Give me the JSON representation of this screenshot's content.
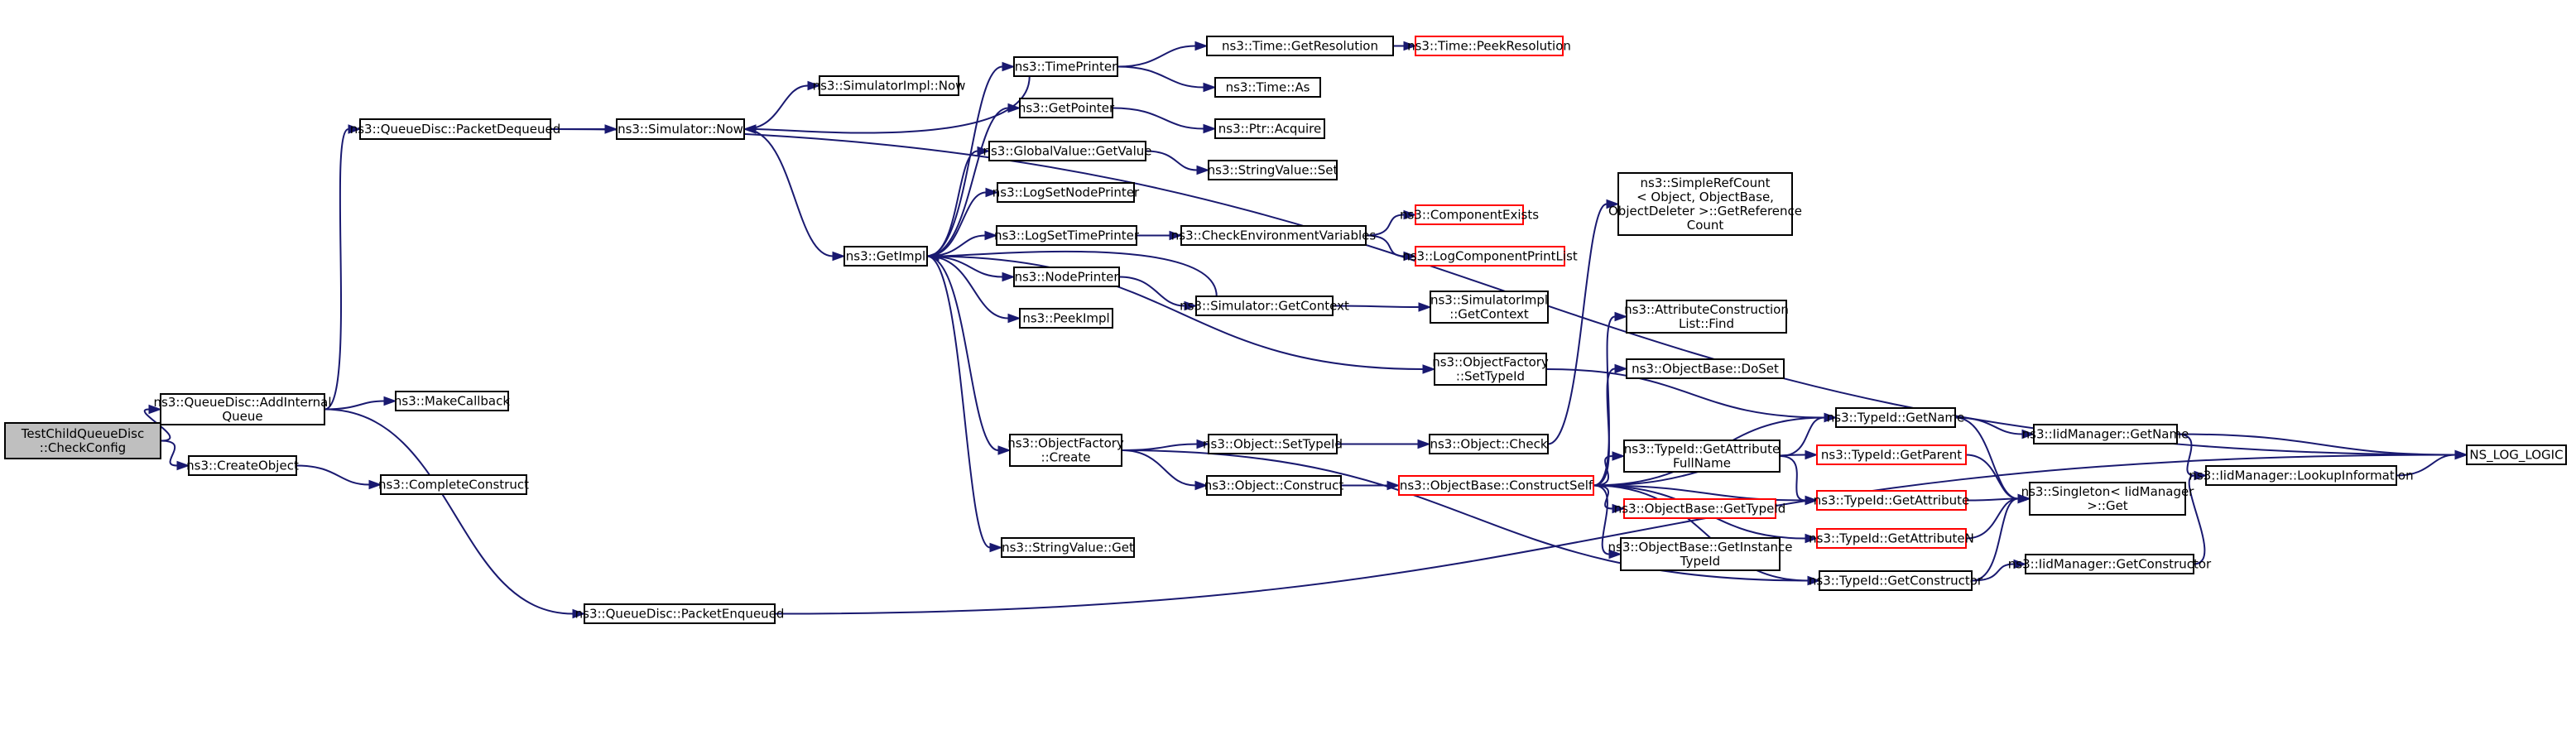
{
  "diagram": {
    "type": "call-graph",
    "colors": {
      "edge": "#191970",
      "box_border": "#000000",
      "incomplete_border": "#ff0000",
      "root_fill": "#bfbfbf",
      "background": "#ffffff"
    },
    "nodes": [
      {
        "id": "root",
        "lines": [
          "TestChildQueueDisc",
          "::CheckConfig"
        ],
        "style": "root"
      },
      {
        "id": "addq",
        "lines": [
          "ns3::QueueDisc::AddInternal",
          "Queue"
        ]
      },
      {
        "id": "makecb",
        "lines": [
          "ns3::MakeCallback"
        ]
      },
      {
        "id": "createobj",
        "lines": [
          "ns3::CreateObject"
        ]
      },
      {
        "id": "compconst",
        "lines": [
          "ns3::CompleteConstruct"
        ]
      },
      {
        "id": "pktdeq",
        "lines": [
          "ns3::QueueDisc::PacketDequeued"
        ]
      },
      {
        "id": "pktenq",
        "lines": [
          "ns3::QueueDisc::PacketEnqueued"
        ]
      },
      {
        "id": "simnow",
        "lines": [
          "ns3::Simulator::Now"
        ]
      },
      {
        "id": "simimplnow",
        "lines": [
          "ns3::SimulatorImpl::Now"
        ]
      },
      {
        "id": "getimpl",
        "lines": [
          "ns3::GetImpl"
        ]
      },
      {
        "id": "timeprinter",
        "lines": [
          "ns3::TimePrinter"
        ]
      },
      {
        "id": "getpointer",
        "lines": [
          "ns3::GetPointer"
        ]
      },
      {
        "id": "gvgetvalue",
        "lines": [
          "ns3::GlobalValue::GetValue"
        ]
      },
      {
        "id": "lognodeprinter",
        "lines": [
          "ns3::LogSetNodePrinter"
        ]
      },
      {
        "id": "logtimeprinter",
        "lines": [
          "ns3::LogSetTimePrinter"
        ]
      },
      {
        "id": "nodeprinter",
        "lines": [
          "ns3::NodePrinter"
        ]
      },
      {
        "id": "peekimpl",
        "lines": [
          "ns3::PeekImpl"
        ]
      },
      {
        "id": "ofcreate",
        "lines": [
          "ns3::ObjectFactory",
          "::Create"
        ]
      },
      {
        "id": "svget",
        "lines": [
          "ns3::StringValue::Get"
        ]
      },
      {
        "id": "timegetres",
        "lines": [
          "ns3::Time::GetResolution"
        ]
      },
      {
        "id": "timepeekres",
        "lines": [
          "ns3::Time::PeekResolution"
        ],
        "style": "red"
      },
      {
        "id": "timeas",
        "lines": [
          "ns3::Time::As"
        ]
      },
      {
        "id": "ptracquire",
        "lines": [
          "ns3::Ptr::Acquire"
        ]
      },
      {
        "id": "svset",
        "lines": [
          "ns3::StringValue::Set"
        ]
      },
      {
        "id": "checkenv",
        "lines": [
          "ns3::CheckEnvironmentVariables"
        ]
      },
      {
        "id": "compexists",
        "lines": [
          "ns3::ComponentExists"
        ],
        "style": "red"
      },
      {
        "id": "logcompprint",
        "lines": [
          "ns3::LogComponentPrintList"
        ],
        "style": "red"
      },
      {
        "id": "simgetctx",
        "lines": [
          "ns3::Simulator::GetContext"
        ]
      },
      {
        "id": "simimplgetctx",
        "lines": [
          "ns3::SimulatorImpl",
          "::GetContext"
        ]
      },
      {
        "id": "ofsettypeid",
        "lines": [
          "ns3::ObjectFactory",
          "::SetTypeId"
        ]
      },
      {
        "id": "objsettypeid",
        "lines": [
          "ns3::Object::SetTypeId"
        ]
      },
      {
        "id": "objconstruct",
        "lines": [
          "ns3::Object::Construct"
        ]
      },
      {
        "id": "objcheck",
        "lines": [
          "ns3::Object::Check"
        ]
      },
      {
        "id": "srcgetref",
        "lines": [
          "ns3::SimpleRefCount",
          "< Object, ObjectBase,",
          "ObjectDeleter >::GetReference",
          "Count"
        ]
      },
      {
        "id": "acfind",
        "lines": [
          "ns3::AttributeConstruction",
          "List::Find"
        ]
      },
      {
        "id": "obdoset",
        "lines": [
          "ns3::ObjectBase::DoSet"
        ]
      },
      {
        "id": "obconstructself",
        "lines": [
          "ns3::ObjectBase::ConstructSelf"
        ],
        "style": "red"
      },
      {
        "id": "tidgetattrfull",
        "lines": [
          "ns3::TypeId::GetAttribute",
          "FullName"
        ]
      },
      {
        "id": "obgettypeid",
        "lines": [
          "ns3::ObjectBase::GetTypeId"
        ],
        "style": "red"
      },
      {
        "id": "obgetinsttypeid",
        "lines": [
          "ns3::ObjectBase::GetInstance",
          "TypeId"
        ]
      },
      {
        "id": "tidgetname",
        "lines": [
          "ns3::TypeId::GetName"
        ]
      },
      {
        "id": "tidgetparent",
        "lines": [
          "ns3::TypeId::GetParent"
        ],
        "style": "red"
      },
      {
        "id": "tidgetattr",
        "lines": [
          "ns3::TypeId::GetAttribute"
        ],
        "style": "red"
      },
      {
        "id": "tidgetattrn",
        "lines": [
          "ns3::TypeId::GetAttributeN"
        ],
        "style": "red"
      },
      {
        "id": "tidgetconstructor",
        "lines": [
          "ns3::TypeId::GetConstructor"
        ]
      },
      {
        "id": "iidgetname",
        "lines": [
          "ns3::IidManager::GetName"
        ]
      },
      {
        "id": "singletonget",
        "lines": [
          "ns3::Singleton< IidManager",
          " >::Get"
        ]
      },
      {
        "id": "iidlookup",
        "lines": [
          "ns3::IidManager::LookupInformation"
        ]
      },
      {
        "id": "iidgetconstructor",
        "lines": [
          "ns3::IidManager::GetConstructor"
        ]
      },
      {
        "id": "nslog",
        "lines": [
          "NS_LOG_LOGIC"
        ]
      }
    ],
    "edges": [
      {
        "from": "root",
        "to": "addq"
      },
      {
        "from": "root",
        "to": "createobj"
      },
      {
        "from": "addq",
        "to": "pktdeq"
      },
      {
        "from": "addq",
        "to": "makecb"
      },
      {
        "from": "addq",
        "to": "pktenq"
      },
      {
        "from": "createobj",
        "to": "compconst"
      },
      {
        "from": "pktdeq",
        "to": "simnow"
      },
      {
        "from": "pktdeq",
        "to": "nslog"
      },
      {
        "from": "pktenq",
        "to": "nslog"
      },
      {
        "from": "simnow",
        "to": "simimplnow"
      },
      {
        "from": "simnow",
        "to": "getimpl"
      },
      {
        "from": "getimpl",
        "to": "timeprinter"
      },
      {
        "from": "getimpl",
        "to": "getpointer"
      },
      {
        "from": "getimpl",
        "to": "gvgetvalue"
      },
      {
        "from": "getimpl",
        "to": "lognodeprinter"
      },
      {
        "from": "getimpl",
        "to": "logtimeprinter"
      },
      {
        "from": "getimpl",
        "to": "nodeprinter"
      },
      {
        "from": "getimpl",
        "to": "peekimpl"
      },
      {
        "from": "getimpl",
        "to": "ofcreate"
      },
      {
        "from": "getimpl",
        "to": "svget"
      },
      {
        "from": "getimpl",
        "to": "ofsettypeid"
      },
      {
        "from": "timeprinter",
        "to": "simnow"
      },
      {
        "from": "timeprinter",
        "to": "timegetres"
      },
      {
        "from": "timeprinter",
        "to": "timeas"
      },
      {
        "from": "timegetres",
        "to": "timepeekres"
      },
      {
        "from": "getpointer",
        "to": "ptracquire"
      },
      {
        "from": "gvgetvalue",
        "to": "svset"
      },
      {
        "from": "logtimeprinter",
        "to": "checkenv"
      },
      {
        "from": "checkenv",
        "to": "compexists"
      },
      {
        "from": "checkenv",
        "to": "logcompprint"
      },
      {
        "from": "nodeprinter",
        "to": "simgetctx"
      },
      {
        "from": "simgetctx",
        "to": "getimpl"
      },
      {
        "from": "simgetctx",
        "to": "simimplgetctx"
      },
      {
        "from": "ofsettypeid",
        "to": "tidgetname"
      },
      {
        "from": "ofcreate",
        "to": "objsettypeid"
      },
      {
        "from": "ofcreate",
        "to": "objconstruct"
      },
      {
        "from": "ofcreate",
        "to": "tidgetconstructor"
      },
      {
        "from": "objsettypeid",
        "to": "objcheck"
      },
      {
        "from": "objcheck",
        "to": "srcgetref"
      },
      {
        "from": "objconstruct",
        "to": "obconstructself"
      },
      {
        "from": "obconstructself",
        "to": "acfind"
      },
      {
        "from": "obconstructself",
        "to": "obdoset"
      },
      {
        "from": "obconstructself",
        "to": "tidgetattrfull"
      },
      {
        "from": "obconstructself",
        "to": "obgettypeid"
      },
      {
        "from": "obconstructself",
        "to": "obgetinsttypeid"
      },
      {
        "from": "obconstructself",
        "to": "tidgetname"
      },
      {
        "from": "obconstructself",
        "to": "tidgetparent"
      },
      {
        "from": "obconstructself",
        "to": "tidgetattr"
      },
      {
        "from": "obconstructself",
        "to": "tidgetattrn"
      },
      {
        "from": "obconstructself",
        "to": "tidgetconstructor"
      },
      {
        "from": "tidgetattrfull",
        "to": "tidgetname"
      },
      {
        "from": "tidgetattrfull",
        "to": "tidgetattr"
      },
      {
        "from": "tidgetname",
        "to": "iidgetname"
      },
      {
        "from": "tidgetname",
        "to": "singletonget"
      },
      {
        "from": "tidgetparent",
        "to": "singletonget"
      },
      {
        "from": "tidgetattr",
        "to": "singletonget"
      },
      {
        "from": "tidgetattrn",
        "to": "singletonget"
      },
      {
        "from": "tidgetconstructor",
        "to": "singletonget"
      },
      {
        "from": "tidgetconstructor",
        "to": "iidgetconstructor"
      },
      {
        "from": "iidgetname",
        "to": "iidlookup"
      },
      {
        "from": "iidgetname",
        "to": "nslog"
      },
      {
        "from": "iidgetconstructor",
        "to": "iidlookup"
      },
      {
        "from": "iidlookup",
        "to": "nslog"
      }
    ]
  }
}
